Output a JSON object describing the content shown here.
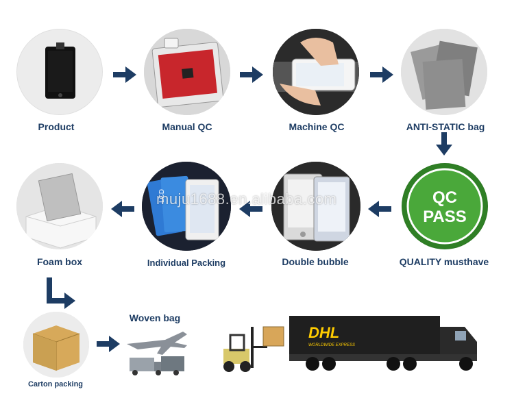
{
  "steps": {
    "product": "Product",
    "manual_qc": "Manual QC",
    "machine_qc": "Machine QC",
    "anti_static": "ANTI-STATIC bag",
    "quality": "QUALITY musthave",
    "double_bubble": "Double bubble",
    "individual": "Individual Packing",
    "foam_box": "Foam box",
    "carton": "Carton packing",
    "woven": "Woven bag"
  },
  "badge": {
    "line1": "QC",
    "line2": "PASS"
  },
  "watermark": "muju1688.en.alibaba.com",
  "truck": {
    "brand": "DHL",
    "tagline": "WORLDWIDE EXPRESS"
  },
  "lcd_label": "LCD",
  "colors": {
    "label": "#1d3c63",
    "arrow": "#1d3c63",
    "badge": "#4aa83a",
    "dhl": "#ffcc00"
  }
}
